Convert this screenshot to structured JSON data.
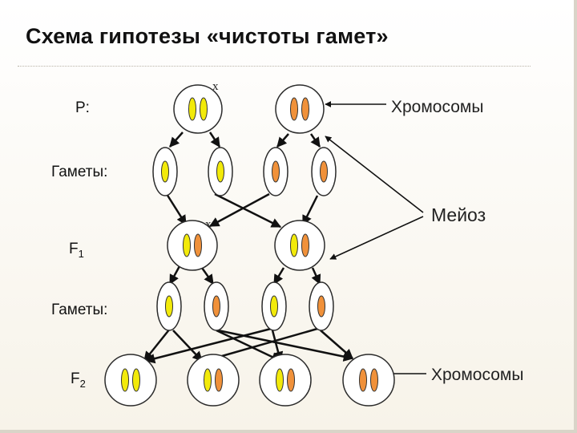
{
  "title": "Схема гипотезы «чистоты гамет»",
  "labels": {
    "parents": "P:",
    "gametes_1": "Гаметы:",
    "f1_letter": "F",
    "f1_index": "1",
    "gametes_2": "Гаметы:",
    "f2_letter": "F",
    "f2_index": "2",
    "cross_1": "x",
    "cross_2": "x"
  },
  "annotations": {
    "chromosomes_top": "Хромосомы",
    "meiosis": "Мейоз",
    "chromosomes_bottom": "Хромосомы"
  },
  "colors": {
    "yellow": "#f2ea0a",
    "orange": "#f0913a",
    "cell_outline": "#2b2b2b",
    "arrow": "#111111"
  },
  "cells": {
    "parents": [
      [
        "yellow",
        "yellow"
      ],
      [
        "orange",
        "orange"
      ]
    ],
    "gametes_1": [
      "yellow",
      "yellow",
      "orange",
      "orange"
    ],
    "f1": [
      [
        "yellow",
        "orange"
      ],
      [
        "yellow",
        "orange"
      ]
    ],
    "gametes_2": [
      "yellow",
      "orange",
      "yellow",
      "orange"
    ],
    "f2": [
      [
        "yellow",
        "yellow"
      ],
      [
        "yellow",
        "orange"
      ],
      [
        "yellow",
        "orange"
      ],
      [
        "orange",
        "orange"
      ]
    ]
  }
}
